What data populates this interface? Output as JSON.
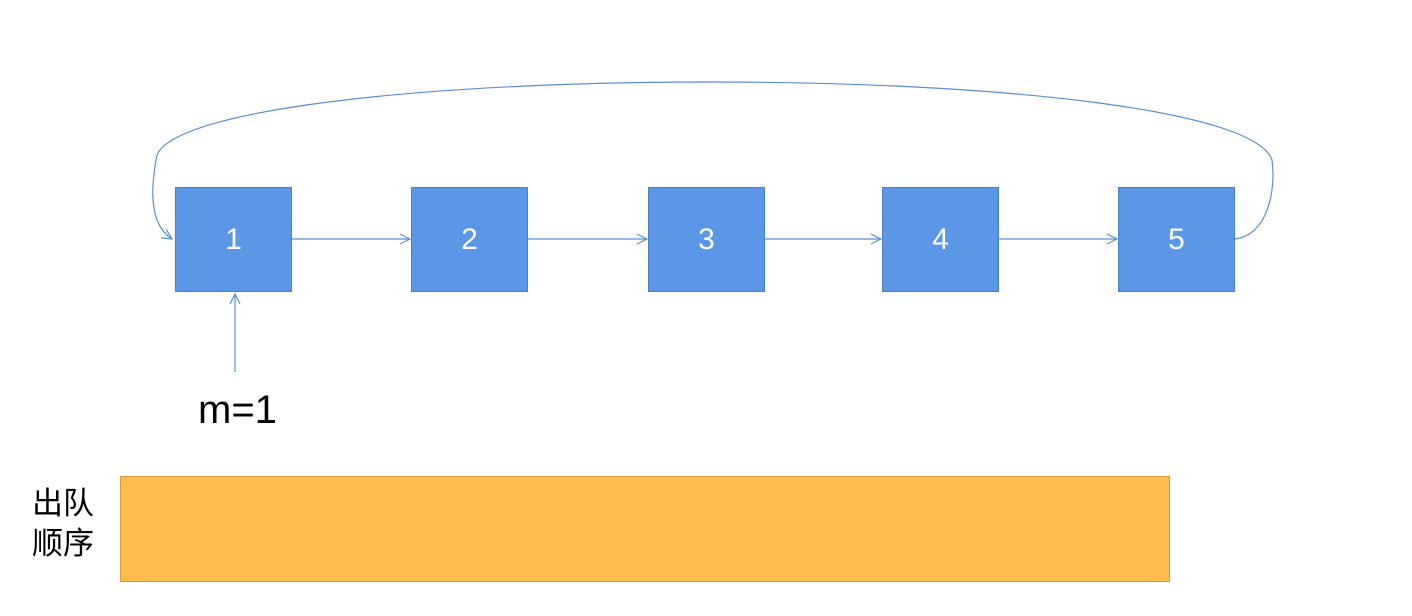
{
  "nodes": [
    "1",
    "2",
    "3",
    "4",
    "5"
  ],
  "pointer": {
    "label": "m=1"
  },
  "queue": {
    "label_line1": "出队",
    "label_line2": "顺序",
    "items": []
  },
  "colors": {
    "node_fill": "#5b97e6",
    "arrow": "#5b8fd0",
    "queue_fill": "#ffbc4d"
  }
}
